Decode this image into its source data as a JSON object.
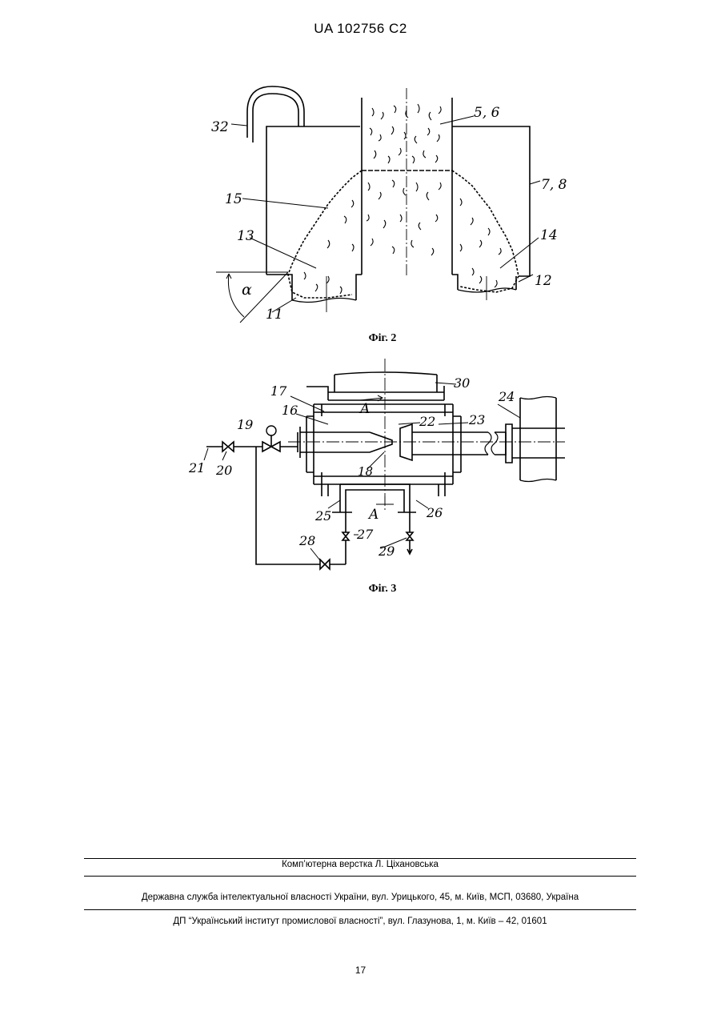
{
  "header": {
    "patent_number": "UA   102756   C2"
  },
  "figures": [
    {
      "caption": "Фіг. 2",
      "labels": {
        "l32": "32",
        "l56": "5, 6",
        "l78": "7, 8",
        "l15": "15",
        "l13": "13",
        "l14": "14",
        "l12": "12",
        "l11": "11",
        "alpha": "α"
      }
    },
    {
      "caption": "Фіг. 3",
      "labels": {
        "l17": "17",
        "l30": "30",
        "lA_top": "A",
        "l24": "24",
        "l16": "16",
        "l19": "19",
        "l22": "22",
        "l23": "23",
        "l21": "21",
        "l20": "20",
        "l18": "18",
        "l25": "25",
        "lA_bot": "A",
        "l26": "26",
        "l27": "27",
        "l28": "28",
        "l29": "29"
      }
    }
  ],
  "footer": {
    "typesetting": "Комп’ютерна верстка Л. Ціхановська",
    "office": "Державна служба інтелектуальної власності України, вул. Урицького, 45, м. Київ, МСП, 03680, Україна",
    "institute": "ДП “Український інститут промислової власності”, вул. Глазунова, 1, м. Київ – 42, 01601"
  },
  "page_number": "17"
}
